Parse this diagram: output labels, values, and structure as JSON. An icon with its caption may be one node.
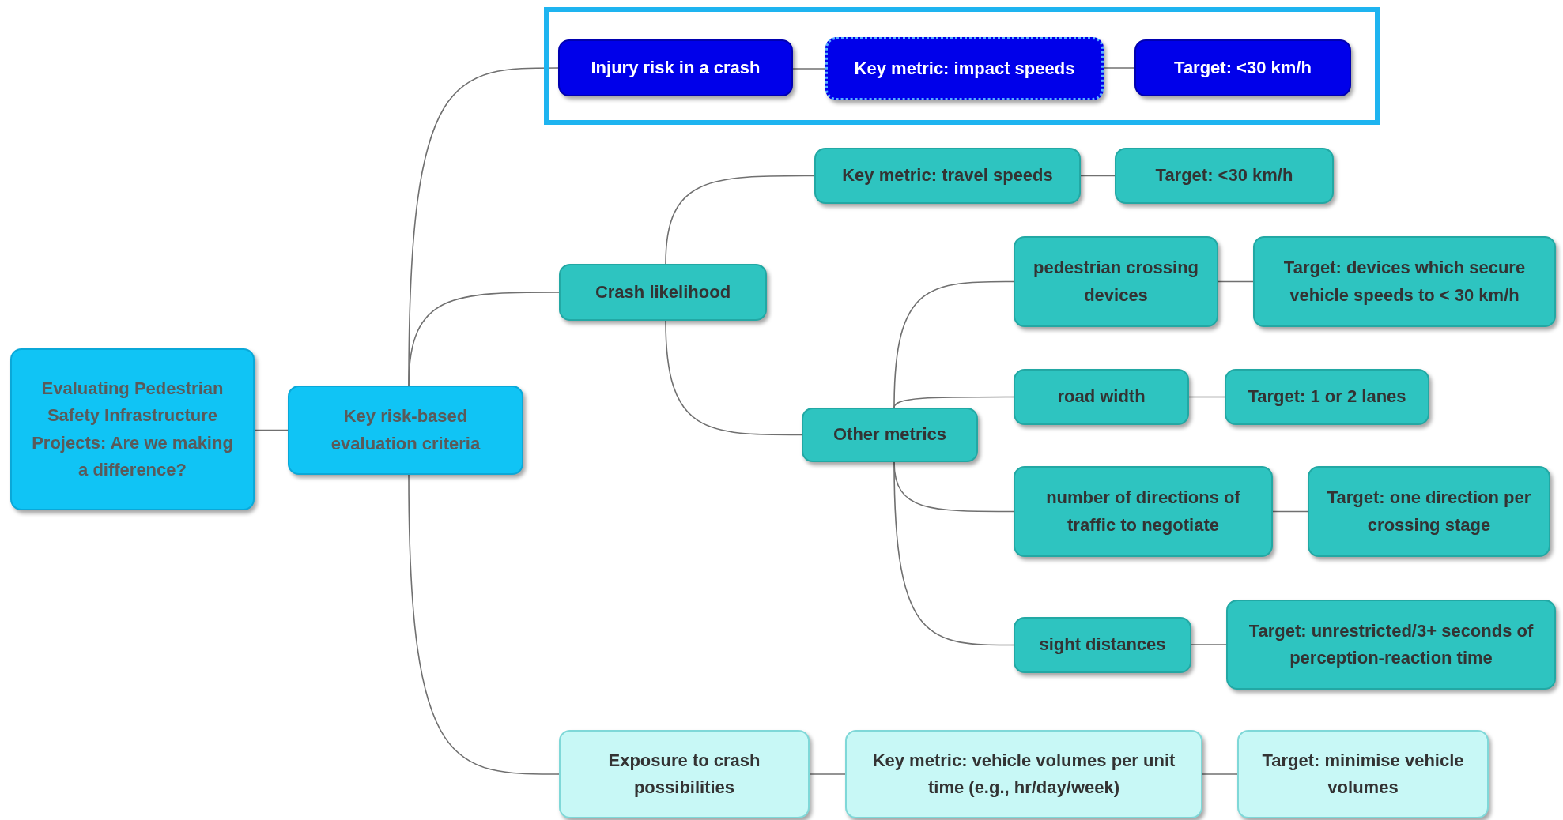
{
  "diagram": {
    "nodes": [
      {
        "text": [
          "Evaluating Pedestrian Safety Infrastructure Projects: Are we making a difference?"
        ]
      },
      {
        "text": [
          "Key risk-based evaluation criteria"
        ]
      },
      {
        "text": [],
        "shape": "box"
      },
      {
        "text": [
          "Injury risk in a crash"
        ],
        "in": 2
      },
      {
        "text": [
          "Key metric: impact speeds"
        ],
        "in": 2
      },
      {
        "text": [
          "Target: <30 km/h"
        ],
        "in": 2
      },
      {
        "text": [
          "Crash likelihood"
        ]
      },
      {
        "text": [
          "Key metric: travel speeds"
        ]
      },
      {
        "text": [
          "Target: <30 km/h"
        ]
      },
      {
        "text": [
          "Other metrics"
        ]
      },
      {
        "text": [
          "pedestrian crossing devices"
        ]
      },
      {
        "text": [
          "Target: devices which secure vehicle speeds to < 30 km/h"
        ]
      },
      {
        "text": [
          "road width"
        ]
      },
      {
        "text": [
          "Target: 1 or 2 lanes"
        ]
      },
      {
        "text": [
          "number of directions of traffic to negotiate"
        ]
      },
      {
        "text": [
          "Target: one direction per crossing stage"
        ]
      },
      {
        "text": [
          "sight distances"
        ]
      },
      {
        "text": [
          "Target: unrestricted/3+ seconds of perception-reaction time"
        ]
      },
      {
        "text": [
          "Exposure to crash possibilities"
        ]
      },
      {
        "text": [
          "Key metric: vehicle volumes per unit time (e.g., hr/day/week)"
        ]
      },
      {
        "text": [
          "Target: minimise vehicle volumes"
        ]
      }
    ],
    "edges": [
      {
        "from": 0,
        "to": 1,
        "arrow": "none"
      },
      {
        "from": 1,
        "to": 3,
        "arrow": "none"
      },
      {
        "from": 3,
        "to": 4,
        "arrow": "none"
      },
      {
        "from": 4,
        "to": 5,
        "arrow": "none"
      },
      {
        "from": 1,
        "to": 6,
        "arrow": "none"
      },
      {
        "from": 6,
        "to": 7,
        "arrow": "none"
      },
      {
        "from": 7,
        "to": 8,
        "arrow": "none"
      },
      {
        "from": 6,
        "to": 9,
        "arrow": "none"
      },
      {
        "from": 9,
        "to": 10,
        "arrow": "none"
      },
      {
        "from": 10,
        "to": 11,
        "arrow": "none"
      },
      {
        "from": 9,
        "to": 12,
        "arrow": "none"
      },
      {
        "from": 12,
        "to": 13,
        "arrow": "none"
      },
      {
        "from": 9,
        "to": 14,
        "arrow": "none"
      },
      {
        "from": 14,
        "to": 15,
        "arrow": "none"
      },
      {
        "from": 9,
        "to": 16,
        "arrow": "none"
      },
      {
        "from": 16,
        "to": 17,
        "arrow": "none"
      },
      {
        "from": 1,
        "to": 18,
        "arrow": "none"
      },
      {
        "from": 18,
        "to": 19,
        "arrow": "none"
      },
      {
        "from": 19,
        "to": 20,
        "arrow": "none"
      }
    ]
  }
}
